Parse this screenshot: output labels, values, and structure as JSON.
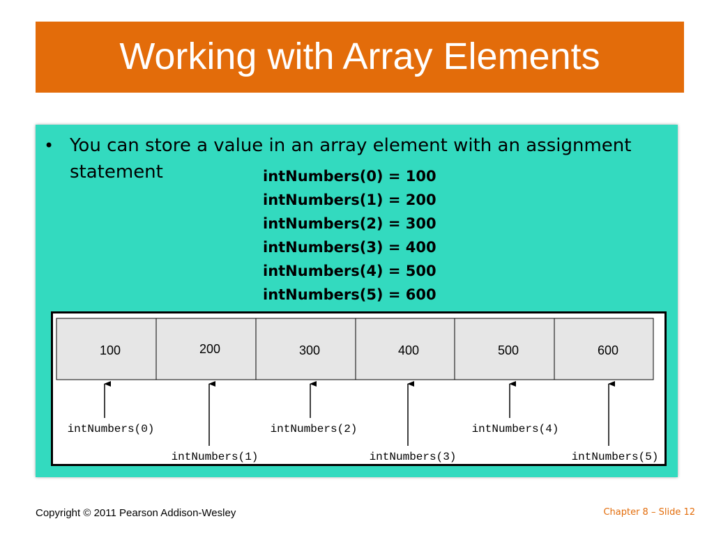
{
  "slide": {
    "title": "Working with Array Elements",
    "bullet": {
      "marker": "•",
      "text": "You can store a value in an array element with an assignment statement"
    },
    "code_lines": [
      "intNumbers(0) = 100",
      "intNumbers(1) = 200",
      "intNumbers(2) = 300",
      "intNumbers(3) = 400",
      "intNumbers(4) = 500",
      "intNumbers(5) = 600"
    ],
    "array_values": [
      "100",
      "200",
      "300",
      "400",
      "500",
      "600"
    ],
    "element_labels": [
      "intNumbers(0)",
      "intNumbers(1)",
      "intNumbers(2)",
      "intNumbers(3)",
      "intNumbers(4)",
      "intNumbers(5)"
    ]
  },
  "footer": {
    "copyright": "Copyright © 2011 Pearson Addison-Wesley",
    "slide_number": "Chapter 8 – Slide 12"
  },
  "colors": {
    "title_bar": "#e36c0a",
    "content_bg": "#33dabf",
    "cell_fill": "#e6e6e6",
    "footer_accent": "#e36c0a"
  }
}
